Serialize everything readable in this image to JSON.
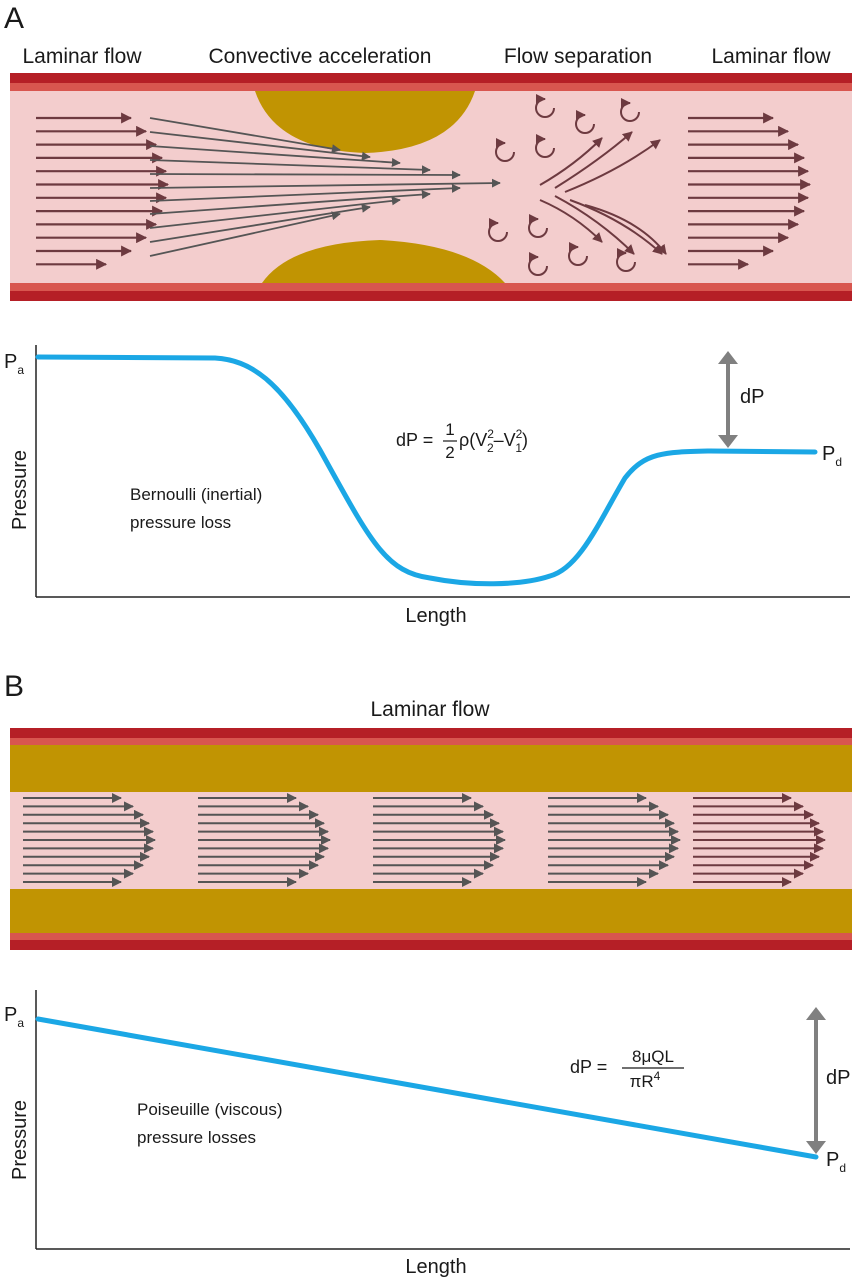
{
  "panel_a": {
    "letter": "A",
    "regions": [
      "Laminar flow",
      "Convective acceleration",
      "Flow separation",
      "Laminar flow"
    ],
    "axis": {
      "y_label": "Pressure",
      "x_label": "Length"
    },
    "pa": {
      "main": "P",
      "sub": "a"
    },
    "pd": {
      "main": "P",
      "sub": "d"
    },
    "dp_label": "dP",
    "note_lines": [
      "Bernoulli (inertial)",
      "pressure loss"
    ],
    "equation": {
      "lhs": "dP =",
      "frac_num": "1",
      "frac_den": "2",
      "body_start": "ρ(V",
      "sup1": "2",
      "sub1": "2",
      "minus": "–V",
      "sup2": "2",
      "sub2": "1",
      "close": ")"
    }
  },
  "panel_b": {
    "letter": "B",
    "region": "Laminar flow",
    "axis": {
      "y_label": "Pressure",
      "x_label": "Length"
    },
    "pa": {
      "main": "P",
      "sub": "a"
    },
    "pd": {
      "main": "P",
      "sub": "d"
    },
    "dp_label": "dP",
    "note_lines": [
      "Poiseuille (viscous)",
      "pressure losses"
    ],
    "equation": {
      "lhs": "dP =",
      "num": "8μQL",
      "den_main": "πR",
      "den_sup": "4"
    }
  },
  "colors": {
    "vessel_wall": "#b51f26",
    "vessel_wall_light": "#d8564f",
    "lumen": "#f3cdcd",
    "plaque": "#c19402",
    "flow_arrow_a": "#6d3a40",
    "flow_arrow_grey": "#555555",
    "pressure_curve": "#1ba7e5",
    "dp_arrow": "#808080",
    "axis": "#222222"
  }
}
